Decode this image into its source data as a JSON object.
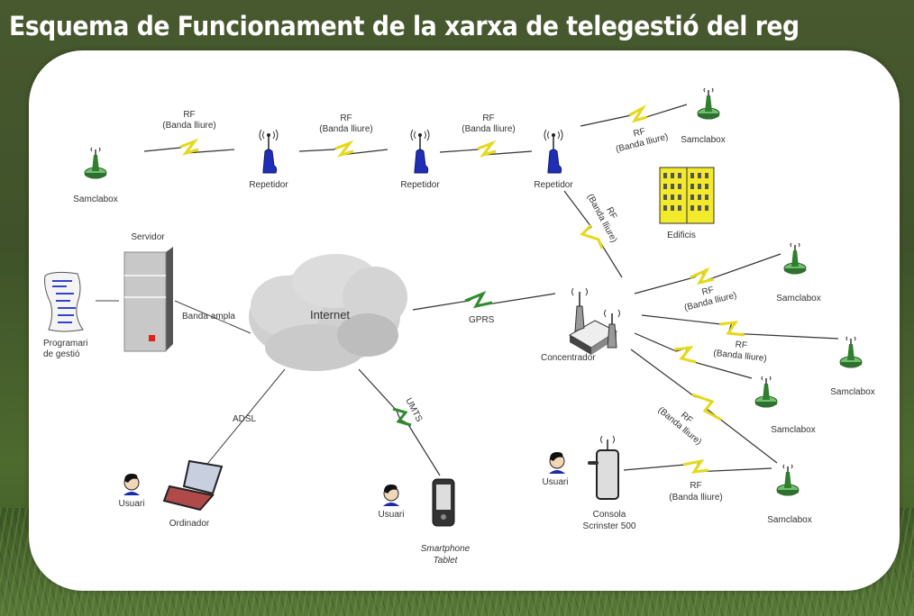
{
  "title": "Esquema de Funcionament de la xarxa de telegestió del reg",
  "nodes": {
    "samclabox_1": "Samclabox",
    "repetidor_1": "Repetidor",
    "repetidor_2": "Repetidor",
    "repetidor_3": "Repetidor",
    "samclabox_2": "Samclabox",
    "edificis": "Edificis",
    "servidor": "Servidor",
    "programari_1": "Programari",
    "programari_2": "de gestió",
    "internet": "Internet",
    "concentrador": "Concentrador",
    "samclabox_3": "Samclabox",
    "samclabox_4": "Samclabox",
    "samclabox_5": "Samclabox",
    "samclabox_6": "Samclabox",
    "usuari_1": "Usuari",
    "ordinador": "Ordinador",
    "usuari_2": "Usuari",
    "smartphone_1": "Smartphone",
    "smartphone_2": "Tablet",
    "usuari_3": "Usuari",
    "consola_1": "Consola",
    "consola_2": "Scrinster 500"
  },
  "links": {
    "rf": "RF",
    "banda": "(Banda lliure)",
    "banda_ampla": "Banda ampla",
    "gprs": "GPRS",
    "adsl": "ADSL",
    "umts": "UMTS"
  },
  "colors": {
    "rf_bolt": "#f2ef2a",
    "gprs_bolt": "#2e8b2e",
    "samclabox": "#3f8f3f",
    "repetidor": "#1f2fb5"
  }
}
